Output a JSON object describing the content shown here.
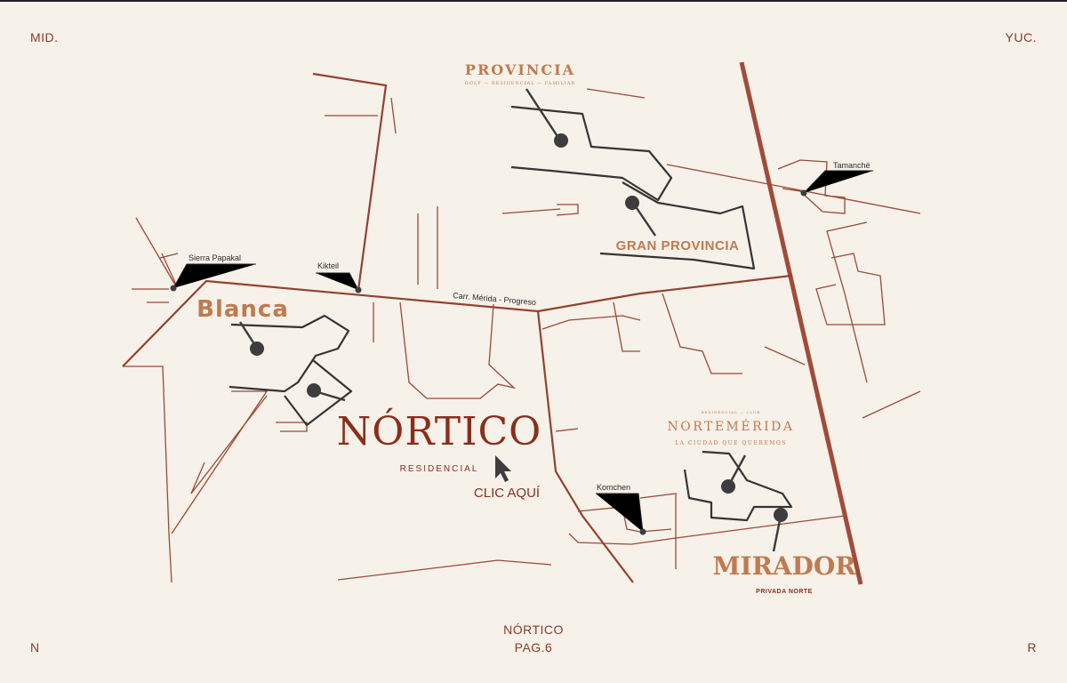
{
  "corners": {
    "top_left": "MID.",
    "top_right": "YUC.",
    "bottom_left": "N",
    "bottom_right": "R"
  },
  "footer": {
    "title": "NÓRTICO",
    "page": "PAG.6"
  },
  "map": {
    "places": {
      "sierra_papakal": "Sierra Papakal",
      "kikteil": "Kikteil",
      "carretera": "Carr. Mérida - Progreso",
      "tamanche": "Tamanché",
      "komchen": "Komchen"
    },
    "developments": {
      "provincia": {
        "name": "PROVINCIA",
        "tagline": "GOLF — RESIDENCIAL — FAMILIAR"
      },
      "gran_provincia": {
        "name": "GRAN PROVINCIA"
      },
      "blanca": {
        "name": "Blanca"
      },
      "nortico": {
        "name": "NÓRTICO",
        "subtitle": "RESIDENCIAL",
        "cta": "CLIC AQUÍ"
      },
      "nortemerida": {
        "top": "RESIDENCIAL — CLUB",
        "name": "NORTEMÉRIDA",
        "tagline": "LA CIUDAD QUE QUEREMOS"
      },
      "mirador": {
        "name": "MIRADOR",
        "subtitle": "PRIVADA NORTE"
      }
    }
  },
  "colors": {
    "background": "#f6f1e9",
    "road": "#9a4a36",
    "highway": "#a04b3a",
    "lot_outline": "#353535",
    "brand_terracotta": "#c07a50",
    "brand_dark_red": "#8a2e1c"
  }
}
